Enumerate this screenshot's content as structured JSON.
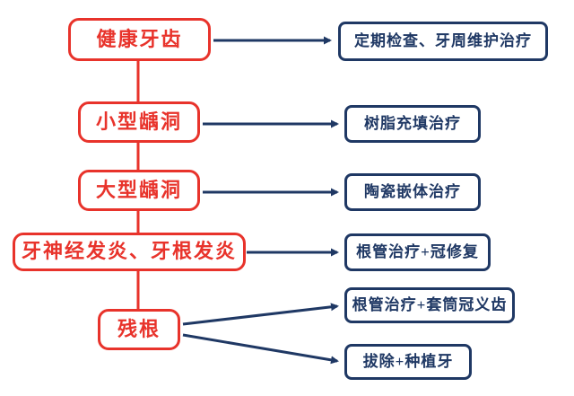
{
  "diagram": {
    "title": "dental-condition-treatment-flowchart",
    "stages": [
      {
        "label": "健康牙齿"
      },
      {
        "label": "小型龋洞"
      },
      {
        "label": "大型龋洞"
      },
      {
        "label": "牙神经发炎、牙根发炎"
      },
      {
        "label": "残根"
      }
    ],
    "treatments": [
      {
        "label": "定期检查、牙周维护治疗"
      },
      {
        "label": "树脂充填治疗"
      },
      {
        "label": "陶瓷嵌体治疗"
      },
      {
        "label": "根管治疗+冠修复"
      },
      {
        "label": "根管治疗+套筒冠义齿"
      },
      {
        "label": "拔除+种植牙"
      }
    ],
    "colors": {
      "stage_color": "#e8332b",
      "treatment_color": "#1f3864",
      "background": "#ffffff"
    }
  }
}
